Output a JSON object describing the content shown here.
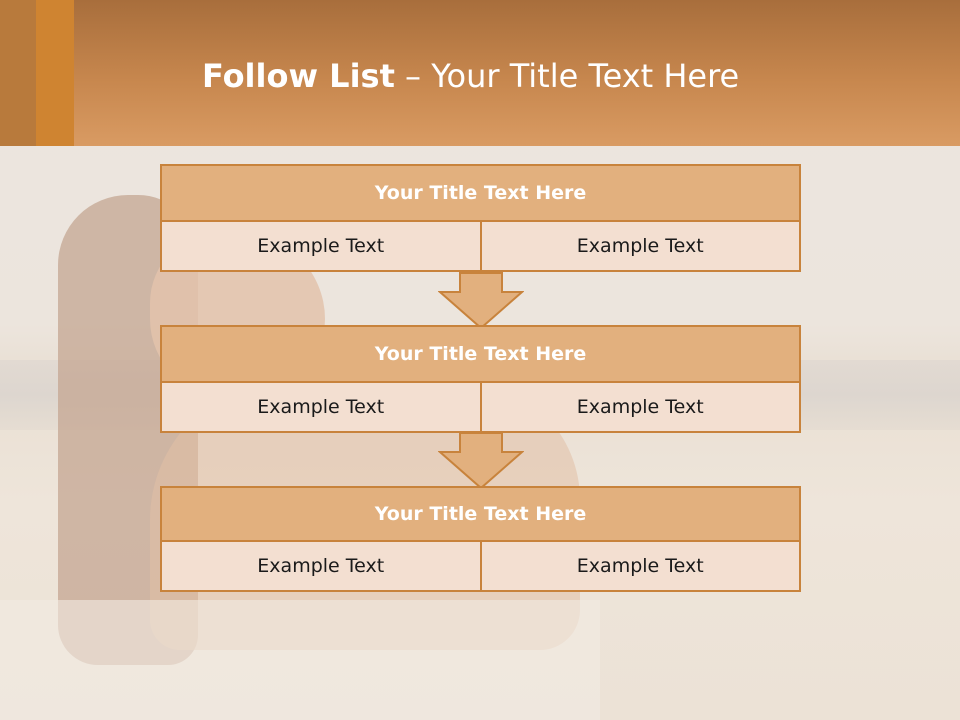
{
  "slide": {
    "title_bold": "Follow List",
    "title_rest": " – Your Title Text Here"
  },
  "blocks": [
    {
      "title": "Your Title Text Here",
      "left": "Example Text",
      "right": "Example Text"
    },
    {
      "title": "Your Title Text Here",
      "left": "Example Text",
      "right": "Example Text"
    },
    {
      "title": "Your Title Text Here",
      "left": "Example Text",
      "right": "Example Text"
    }
  ],
  "colors": {
    "header": "#c7874e",
    "accent_stripe": "#cf8431",
    "block_header": "#e2b07e",
    "block_border": "#c8833c",
    "block_cell": "#f3dfd1",
    "arrow_fill": "#e2b07e"
  },
  "icons": [
    "down-arrow-icon"
  ]
}
